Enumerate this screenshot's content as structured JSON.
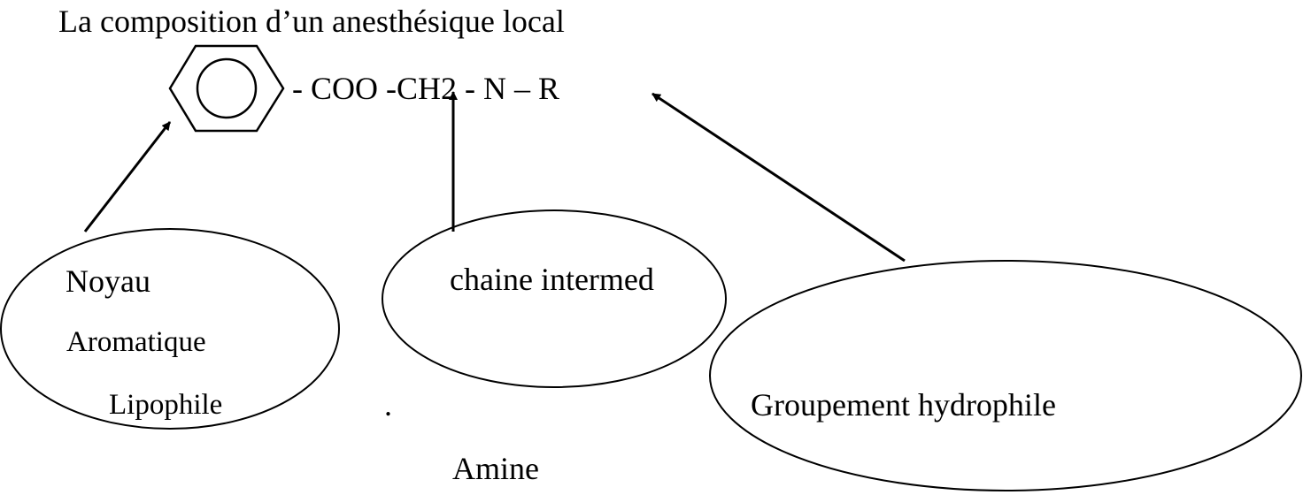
{
  "title": "La composition d’un anesthésique local",
  "formula": "-  COO -CH2 - N – R",
  "labels": {
    "noyau": "Noyau",
    "aromatique": "Aromatique",
    "lipophile": "Lipophile",
    "chaine": "chaine intermed",
    "dot": ".",
    "amine": "Amine",
    "groupement": "Groupement hydrophile"
  }
}
